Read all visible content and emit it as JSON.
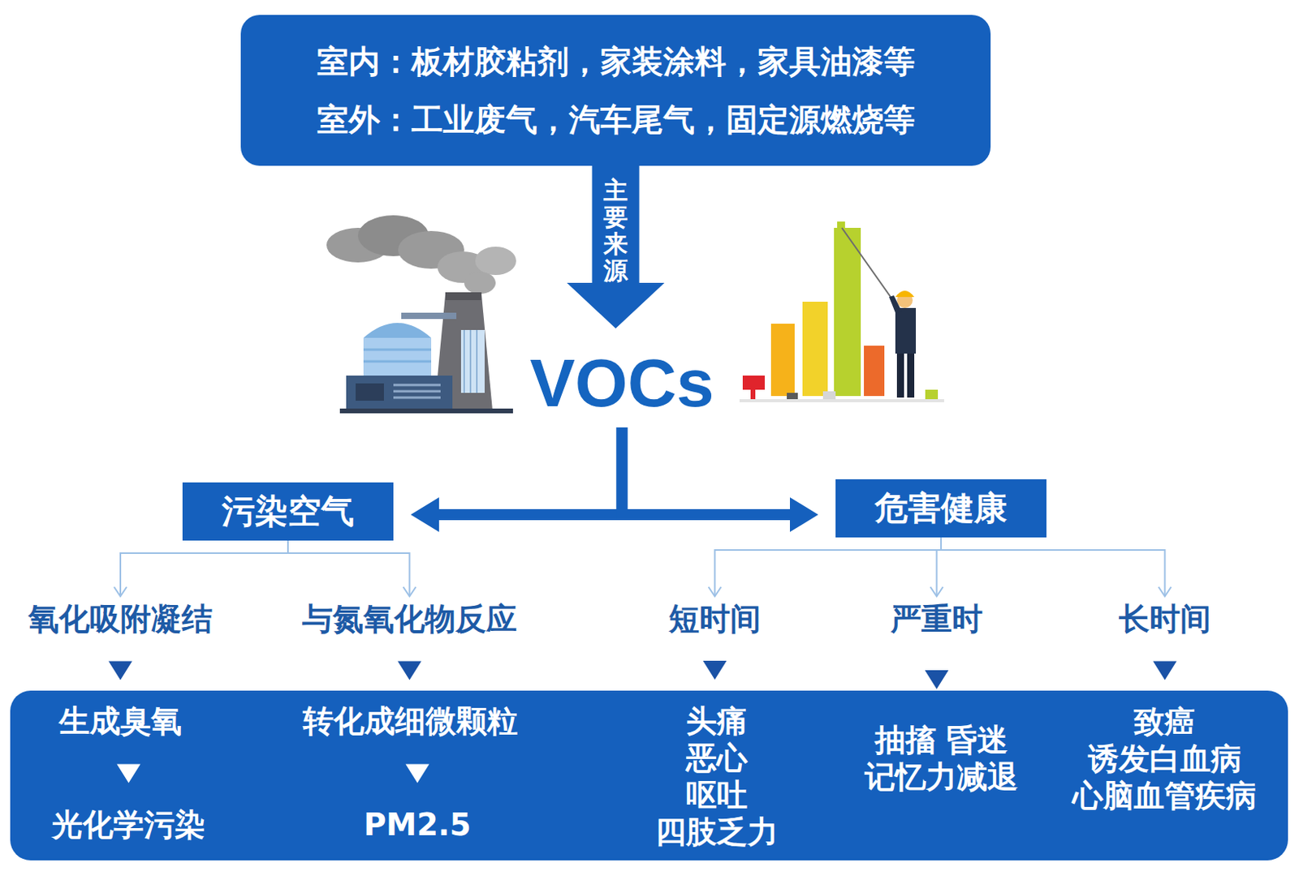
{
  "diagram": {
    "nodes": [
      {
        "text": [
          "室内：板材胶粘剂，家装涂料，家具油漆等",
          "室外：工业废气，汽车尾气，固定源燃烧等"
        ]
      },
      {
        "text": [
          "VOCs"
        ]
      },
      {
        "text": [
          "污染空气"
        ]
      },
      {
        "text": [
          "危害健康"
        ]
      },
      {
        "text": [
          "氧化吸附凝结"
        ]
      },
      {
        "text": [
          "与氮氧化物反应"
        ]
      },
      {
        "text": [
          "短时间"
        ]
      },
      {
        "text": [
          "严重时"
        ]
      },
      {
        "text": [
          "长时间"
        ]
      },
      {
        "text": [
          "生成臭氧"
        ]
      },
      {
        "text": [
          "光化学污染"
        ]
      },
      {
        "text": [
          "转化成细微颗粒"
        ]
      },
      {
        "text": [
          "PM2.5"
        ]
      },
      {
        "text": [
          "头痛 恶心 呕吐 四肢乏力"
        ]
      },
      {
        "text": [
          "抽搐 昏迷 记忆力减退"
        ]
      },
      {
        "text": [
          "致癌 诱发白血病 心脑血管疾病"
        ]
      }
    ],
    "edges": [
      {
        "from": 0,
        "to": 1,
        "arrow": "to",
        "label": "主要来源"
      },
      {
        "from": 1,
        "to": 2,
        "arrow": "to"
      },
      {
        "from": 1,
        "to": 3,
        "arrow": "to"
      },
      {
        "from": 2,
        "to": 4,
        "arrow": "to"
      },
      {
        "from": 2,
        "to": 5,
        "arrow": "to"
      },
      {
        "from": 3,
        "to": 6,
        "arrow": "to"
      },
      {
        "from": 3,
        "to": 7,
        "arrow": "to"
      },
      {
        "from": 3,
        "to": 8,
        "arrow": "to"
      },
      {
        "from": 4,
        "to": 9,
        "arrow": "to"
      },
      {
        "from": 5,
        "to": 11,
        "arrow": "to"
      },
      {
        "from": 6,
        "to": 13,
        "arrow": "to"
      },
      {
        "from": 7,
        "to": 14,
        "arrow": "to"
      },
      {
        "from": 8,
        "to": 15,
        "arrow": "to"
      },
      {
        "from": 9,
        "to": 10,
        "arrow": "to"
      },
      {
        "from": 11,
        "to": 12,
        "arrow": "to"
      }
    ]
  }
}
